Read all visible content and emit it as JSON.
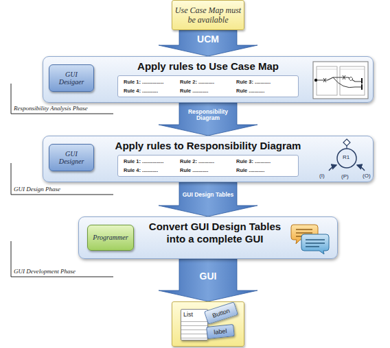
{
  "diagram": {
    "nodes": [
      {
        "text": [
          "Use Case Map must be available"
        ]
      },
      {
        "text": [
          "Apply rules to Use Case Map"
        ]
      },
      {
        "text": [
          "GUI Desigaer"
        ],
        "in": 1
      },
      {
        "text": [
          "Rule 1: ...............",
          "Rule 2: ...........",
          "Rule 3: ...........",
          "Rule 4: ...........",
          "Rule ...........",
          "Rule ..........."
        ],
        "in": 1
      },
      {
        "text": [
          "Apply rules to Responsibility Diagram"
        ]
      },
      {
        "text": [
          "GUI Designer"
        ],
        "in": 4
      },
      {
        "text": [
          "Rule 1: ...............",
          "Rule 2: ...........",
          "Rule 3: ...........",
          "Rule 4: ...........",
          "Rule ...........",
          "Rule ..........."
        ],
        "in": 4
      },
      {
        "text": [
          "Convert GUI Design Tables into a complete GUI"
        ]
      },
      {
        "text": [
          "Programmer"
        ],
        "in": 7
      },
      {
        "text": []
      },
      {
        "text": [
          "List"
        ],
        "in": 9
      },
      {
        "text": [
          "Button"
        ],
        "in": 9
      },
      {
        "text": [
          "label"
        ],
        "in": 9
      }
    ],
    "edges": [
      {
        "from": 0,
        "to": 1,
        "label": "UCM",
        "arrow": "to"
      },
      {
        "from": 1,
        "to": 4,
        "label": "Responsibility Diagram",
        "arrow": "to"
      },
      {
        "from": 4,
        "to": 7,
        "label": "GUI Design Tables",
        "arrow": "to"
      },
      {
        "from": 7,
        "to": 9,
        "label": "GUI",
        "arrow": "to"
      }
    ],
    "labels": [
      "Responsibility Analysis Phase",
      "GUI Design Phase",
      "GUI Development Phase",
      "R1",
      "(I)",
      "(P)",
      "(O)"
    ]
  }
}
